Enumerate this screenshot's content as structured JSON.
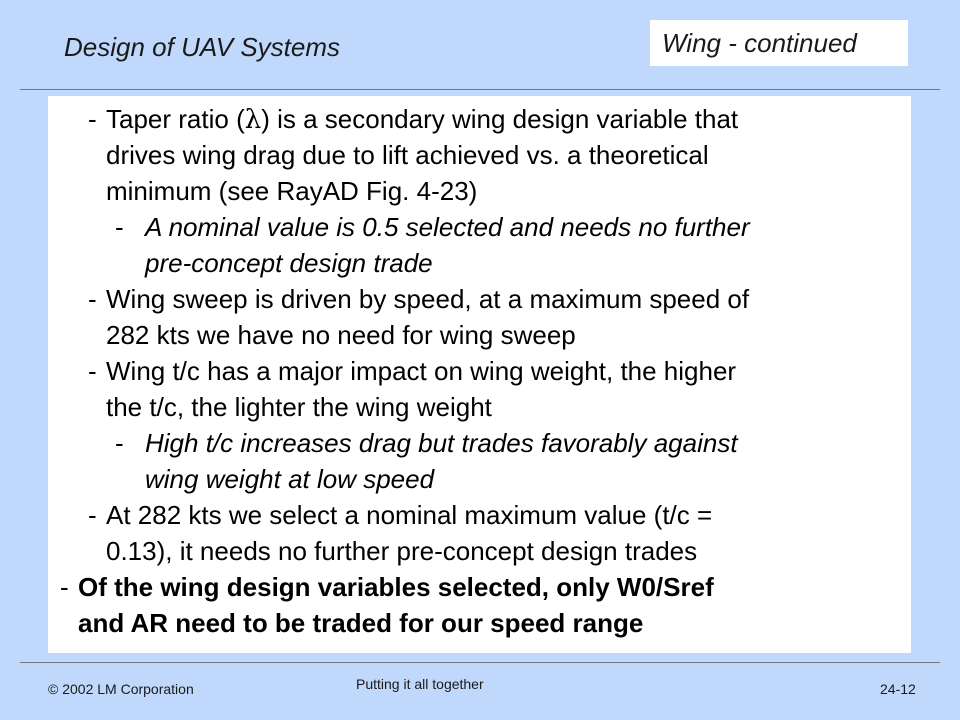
{
  "header": {
    "course_title": "Design of UAV Systems",
    "slide_title": "Wing - continued"
  },
  "bullets": [
    {
      "dash": "-",
      "lines": [
        "Taper ratio (",
        "λ",
        ") is a secondary wing design variable that",
        "drives wing drag due to lift achieved vs. a theoretical",
        "minimum (see RayAD Fig. 4-23)"
      ]
    },
    {
      "dash": "-",
      "lines": [
        "A nominal value is 0.5 selected and needs no further",
        "pre-concept design trade"
      ]
    },
    {
      "dash": "-",
      "lines": [
        "Wing sweep is driven by speed, at a maximum speed of",
        "282 kts we have no need for wing sweep"
      ]
    },
    {
      "dash": "-",
      "lines": [
        "Wing t/c has a major impact on wing weight, the higher",
        "the t/c, the lighter the wing weight"
      ]
    },
    {
      "dash": "-",
      "lines": [
        "High t/c increases drag but trades favorably against",
        "wing weight at low speed"
      ]
    },
    {
      "dash": "-",
      "lines": [
        "At 282 kts we select a nominal maximum value (t/c =",
        "0.13), it needs no further pre-concept design trades"
      ]
    },
    {
      "dash": "-",
      "lines": [
        "Of the wing design variables selected, only W0/Sref",
        "and AR need to be traded for our speed range"
      ]
    }
  ],
  "footer": {
    "copyright": "© 2002 LM Corporation",
    "center": "Putting it all together",
    "page": "24-12"
  }
}
